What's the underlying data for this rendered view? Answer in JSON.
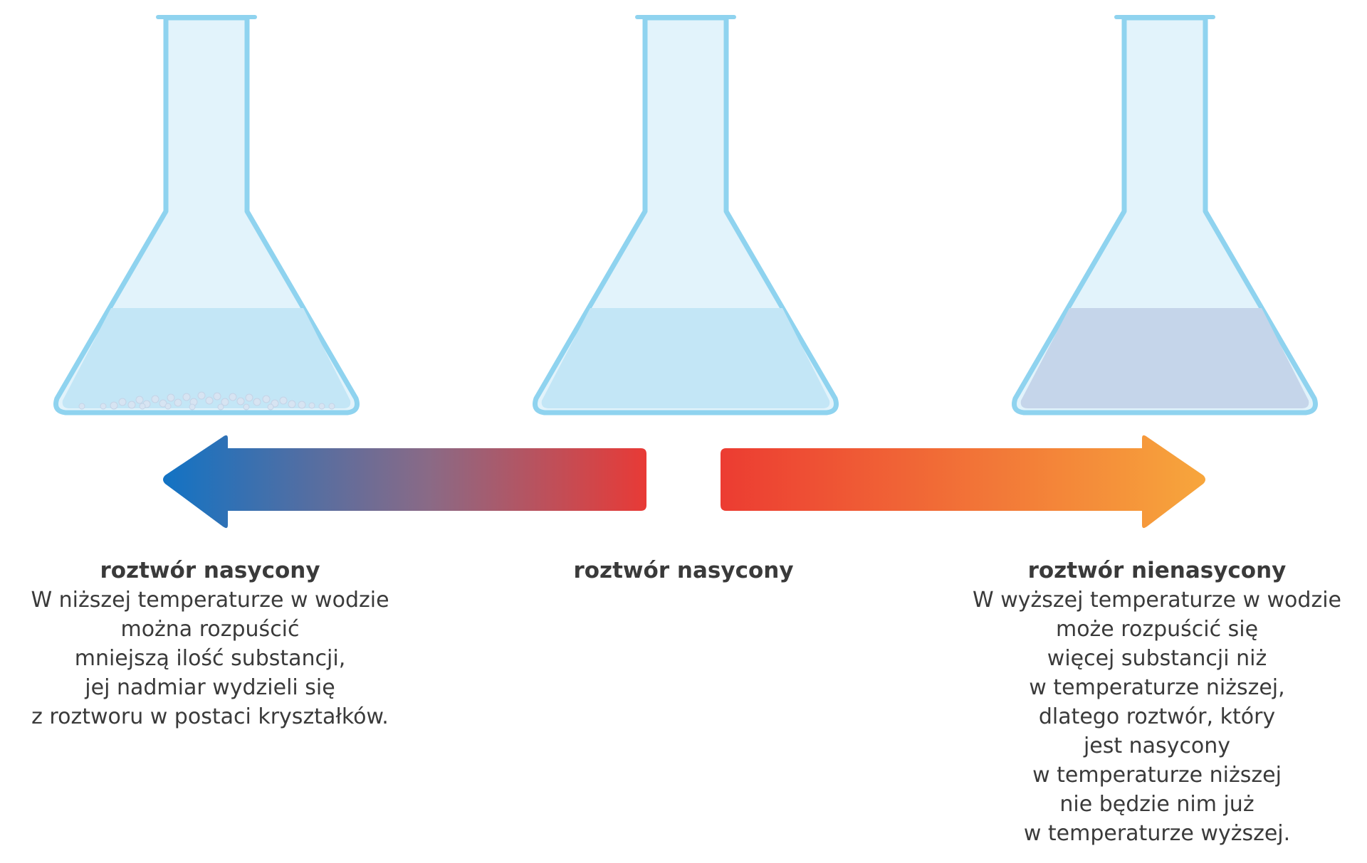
{
  "colors": {
    "glass_stroke": "#8fd3ef",
    "glass_fill": "#e2f3fb",
    "liquid_saturated": "#c3e6f6",
    "liquid_unsaturated": "#c5d5ea",
    "crystals": "#d7e4f2",
    "arrow_cold_start": "#1273c4",
    "arrow_cold_mid": "#8a6a86",
    "arrow_cold_end": "#e83a36",
    "arrow_hot_start": "#ec3c32",
    "arrow_hot_end": "#f7a63c",
    "text": "#3a3a3a"
  },
  "flasks": [
    {
      "id": "flask-cold",
      "liquid": "saturated",
      "crystals": true
    },
    {
      "id": "flask-room",
      "liquid": "saturated",
      "crystals": false
    },
    {
      "id": "flask-hot",
      "liquid": "unsaturated",
      "crystals": false
    }
  ],
  "arrows": [
    {
      "id": "arrow-cooling",
      "direction": "left",
      "meaning": "lower temperature"
    },
    {
      "id": "arrow-heating",
      "direction": "right",
      "meaning": "higher temperature"
    }
  ],
  "captions": {
    "left": {
      "title": "roztwór nasycony",
      "lines": [
        "W niższej temperaturze w wodzie",
        "można rozpuścić",
        "mniejszą ilość substancji,",
        "jej nadmiar wydzieli się",
        "z roztworu w postaci kryształków."
      ]
    },
    "middle": {
      "title": "roztwór nasycony"
    },
    "right": {
      "title": "roztwór nienasycony",
      "lines": [
        "W wyższej temperaturze w wodzie",
        "może rozpuścić się",
        "więcej substancji niż",
        "w temperaturze niższej,",
        "dlatego roztwór, który",
        "jest nasycony",
        "w temperaturze niższej",
        "nie będzie nim już",
        "w temperaturze wyższej."
      ]
    }
  }
}
